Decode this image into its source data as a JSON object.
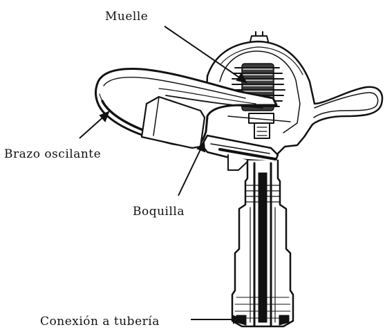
{
  "diagram": {
    "labels": {
      "muelle": "Muelle",
      "brazo_oscilante": "Brazo oscilante",
      "boquilla": "Boquilla",
      "conexion": "Conexión a tubería"
    },
    "ink_color": "#111111",
    "background": "#ffffff"
  }
}
